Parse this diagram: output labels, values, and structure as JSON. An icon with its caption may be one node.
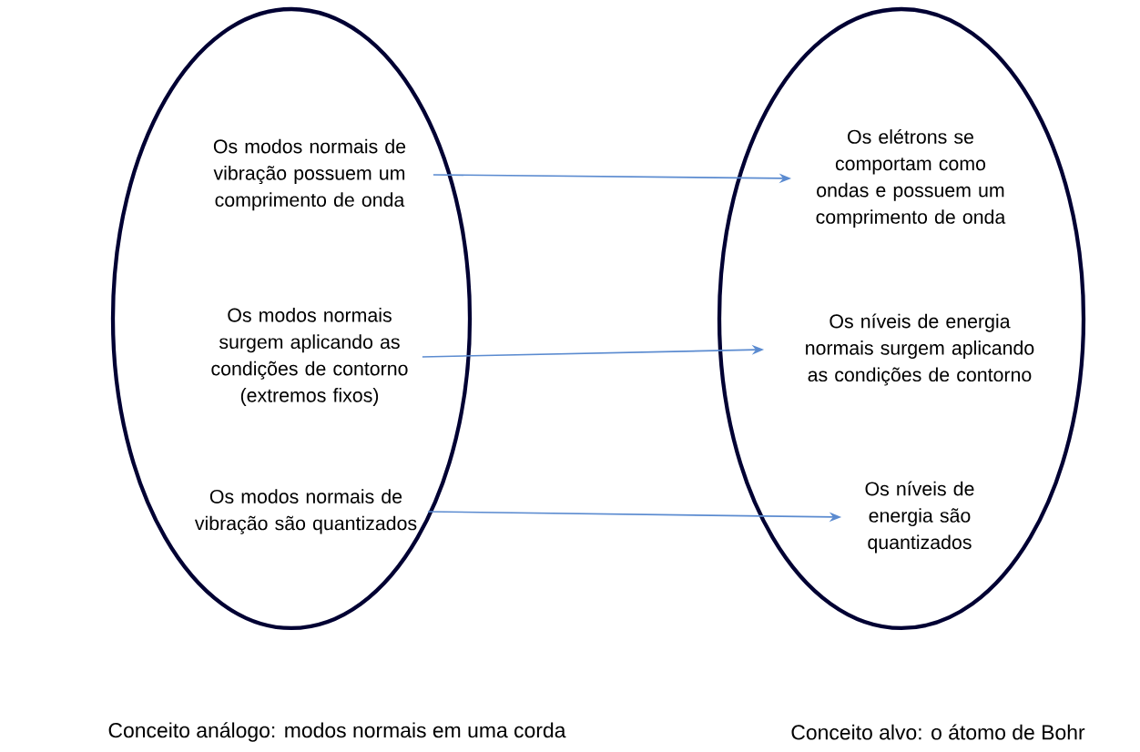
{
  "diagram": {
    "nodes": [
      {
        "text": [],
        "shape": "ellipse"
      },
      {
        "text": [
          "Os modos normais de vibração possuem um comprimento de onda"
        ],
        "in": 0
      },
      {
        "text": [
          "Os modos normais surgem aplicando as condições de contorno (extremos fixos)"
        ],
        "in": 0
      },
      {
        "text": [
          "Os modos normais de vibração são quantizados"
        ],
        "in": 0
      },
      {
        "text": [],
        "shape": "ellipse"
      },
      {
        "text": [
          "Os elétrons se comportam como ondas e possuem um comprimento de onda"
        ],
        "in": 4
      },
      {
        "text": [
          "Os níveis de energia normais surgem aplicando as condições de contorno"
        ],
        "in": 4
      },
      {
        "text": [
          "Os níveis de energia são quantizados"
        ],
        "in": 4
      }
    ],
    "edges": [
      {
        "from": 1,
        "to": 5,
        "arrow": "to"
      },
      {
        "from": 2,
        "to": 6,
        "arrow": "to"
      },
      {
        "from": 3,
        "to": 7,
        "arrow": "to"
      }
    ],
    "labels": [
      "Conceito análogo: modos normais em uma corda",
      "Conceito alvo: o átomo de Bohr"
    ]
  }
}
